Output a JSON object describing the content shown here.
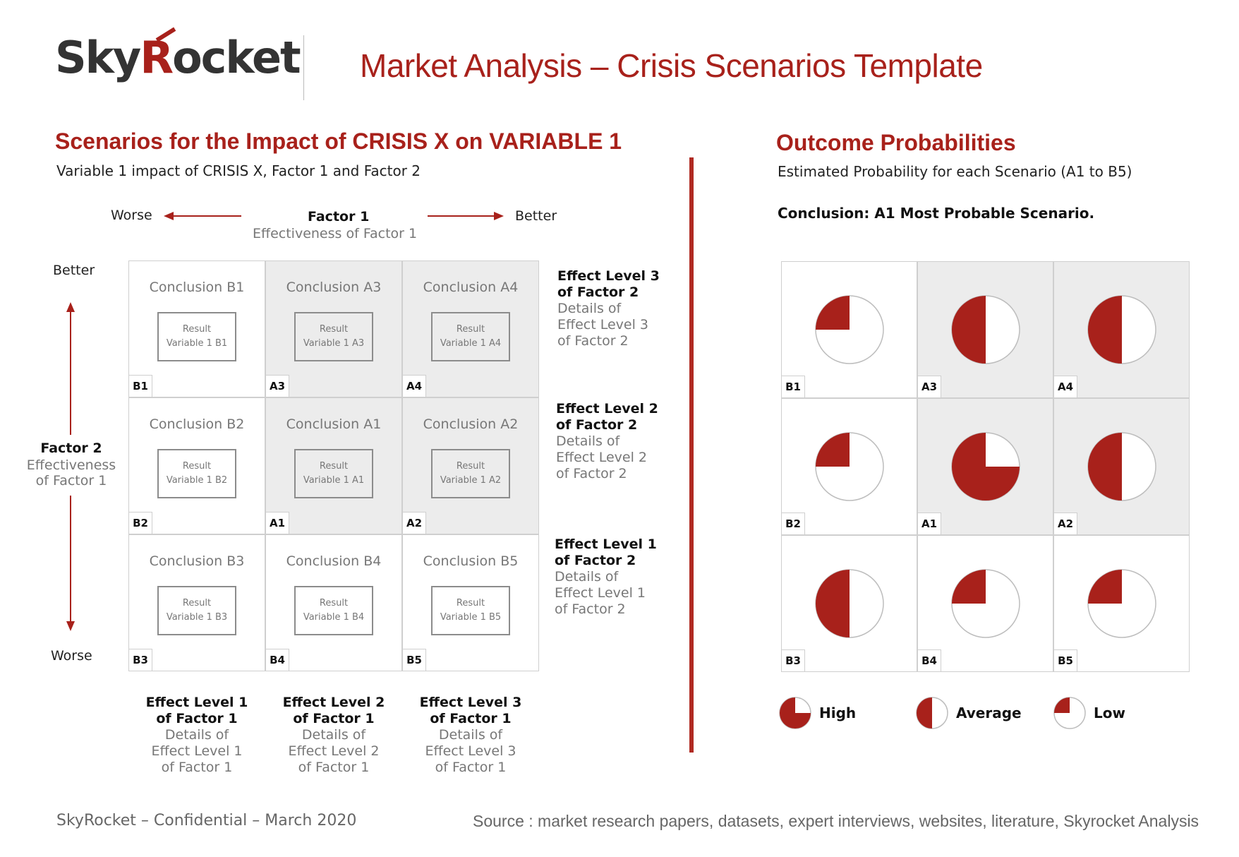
{
  "header": {
    "logo_part1": "Sky",
    "logo_part2": "R",
    "logo_part3": "ocket",
    "title": "Market Analysis – Crisis Scenarios Template"
  },
  "left": {
    "title": "Scenarios for the Impact of CRISIS X on VARIABLE 1",
    "subtitle": "Variable 1 impact of CRISIS X, Factor 1 and Factor 2",
    "factor1": {
      "worse": "Worse",
      "better": "Better",
      "title": "Factor 1",
      "sub": "Effectiveness of Factor 1"
    },
    "factor2": {
      "better": "Better",
      "worse": "Worse",
      "title": "Factor 2",
      "sub1": "Effectiveness",
      "sub2": "of Factor 1"
    },
    "cells": [
      {
        "tag": "B1",
        "conclusion": "Conclusion B1",
        "result1": "Result",
        "result2": "Variable 1 B1"
      },
      {
        "tag": "A3",
        "conclusion": "Conclusion A3",
        "result1": "Result",
        "result2": "Variable 1 A3"
      },
      {
        "tag": "A4",
        "conclusion": "Conclusion A4",
        "result1": "Result",
        "result2": "Variable 1 A4"
      },
      {
        "tag": "B2",
        "conclusion": "Conclusion B2",
        "result1": "Result",
        "result2": "Variable 1 B2"
      },
      {
        "tag": "A1",
        "conclusion": "Conclusion A1",
        "result1": "Result",
        "result2": "Variable 1 A1"
      },
      {
        "tag": "A2",
        "conclusion": "Conclusion A2",
        "result1": "Result",
        "result2": "Variable 1 A2"
      },
      {
        "tag": "B3",
        "conclusion": "Conclusion B3",
        "result1": "Result",
        "result2": "Variable 1 B3"
      },
      {
        "tag": "B4",
        "conclusion": "Conclusion B4",
        "result1": "Result",
        "result2": "Variable 1 B4"
      },
      {
        "tag": "B5",
        "conclusion": "Conclusion B5",
        "result1": "Result",
        "result2": "Variable 1 B5"
      }
    ],
    "row_desc": [
      {
        "h1": "Effect Level 3",
        "h2": "of Factor 2",
        "d1": "Details of",
        "d2": "Effect Level 3",
        "d3": "of Factor 2"
      },
      {
        "h1": "Effect Level 2",
        "h2": "of Factor 2",
        "d1": "Details of",
        "d2": "Effect Level 2",
        "d3": "of Factor 2"
      },
      {
        "h1": "Effect Level 1",
        "h2": "of Factor 2",
        "d1": "Details of",
        "d2": "Effect Level 1",
        "d3": "of Factor 2"
      }
    ],
    "col_desc": [
      {
        "h1": "Effect Level 1",
        "h2": "of Factor 1",
        "d1": "Details of",
        "d2": "Effect Level 1",
        "d3": "of Factor 1"
      },
      {
        "h1": "Effect Level 2",
        "h2": "of Factor 1",
        "d1": "Details of",
        "d2": "Effect Level 2",
        "d3": "of Factor 1"
      },
      {
        "h1": "Effect Level 3",
        "h2": "of Factor 1",
        "d1": "Details of",
        "d2": "Effect Level 3",
        "d3": "of Factor 1"
      }
    ]
  },
  "right": {
    "title": "Outcome Probabilities",
    "subtitle": "Estimated Probability for each Scenario (A1 to B5)",
    "conclusion": "Conclusion: A1 Most Probable Scenario."
  },
  "chart_data": {
    "type": "pie",
    "title": "Outcome Probabilities",
    "cells": [
      {
        "tag": "B1",
        "fraction": 0.25
      },
      {
        "tag": "A3",
        "fraction": 0.5
      },
      {
        "tag": "A4",
        "fraction": 0.5
      },
      {
        "tag": "B2",
        "fraction": 0.25
      },
      {
        "tag": "A1",
        "fraction": 0.75
      },
      {
        "tag": "A2",
        "fraction": 0.5
      },
      {
        "tag": "B3",
        "fraction": 0.5
      },
      {
        "tag": "B4",
        "fraction": 0.25
      },
      {
        "tag": "B5",
        "fraction": 0.25
      }
    ],
    "legend": [
      {
        "label": "High",
        "fraction": 0.75
      },
      {
        "label": "Average",
        "fraction": 0.5
      },
      {
        "label": "Low",
        "fraction": 0.25
      }
    ]
  },
  "colors": {
    "accent": "#a8211b",
    "shade": "#ececec"
  },
  "footer": {
    "left": "SkyRocket – Confidential – March 2020",
    "right": "Source : market research papers, datasets, expert interviews, websites, literature, Skyrocket Analysis"
  }
}
